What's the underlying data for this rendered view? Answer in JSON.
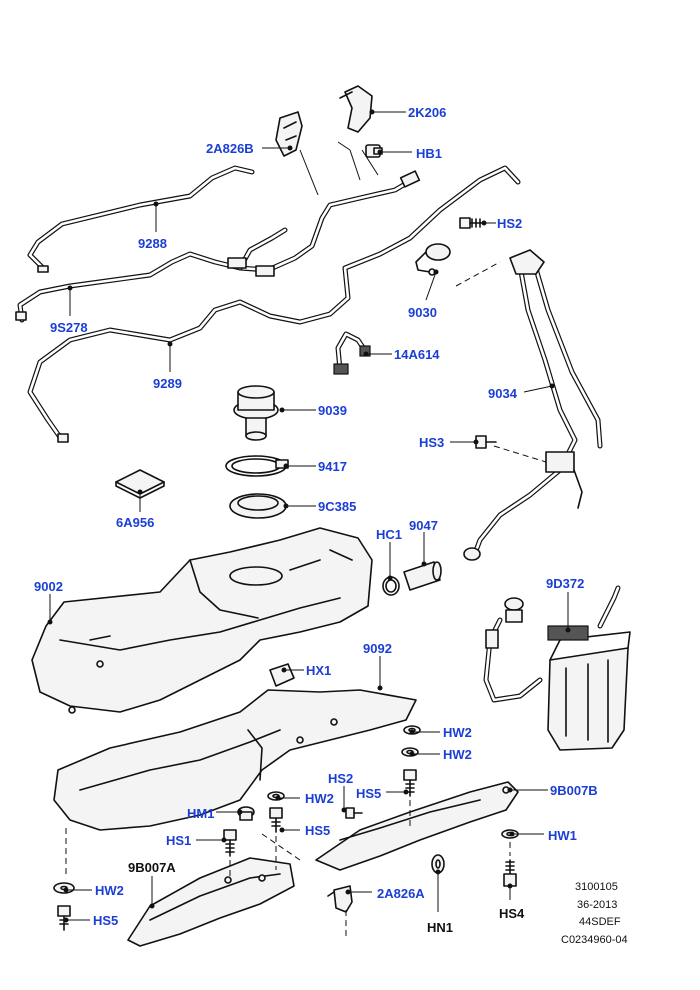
{
  "colors": {
    "label_blue": "#1b3fd6",
    "label_black": "#111111",
    "line": "#111111"
  },
  "labels": {
    "k2k206": "2K206",
    "k2a826b": "2A826B",
    "hb1": "HB1",
    "k9288": "9288",
    "hs2_top": "HS2",
    "k9s278": "9S278",
    "k9030": "9030",
    "k14a614": "14A614",
    "k9289": "9289",
    "k9034": "9034",
    "k9039": "9039",
    "hs3": "HS3",
    "k9417": "9417",
    "k9c385": "9C385",
    "k6a956": "6A956",
    "hc1": "HC1",
    "k9047": "9047",
    "k9002": "9002",
    "k9d372": "9D372",
    "k9092": "9092",
    "hx1": "HX1",
    "hw2_a": "HW2",
    "hw2_b": "HW2",
    "hs2_mid": "HS2",
    "hs5_a": "HS5",
    "k9b007b": "9B007B",
    "hm1": "HM1",
    "hw2_c": "HW2",
    "hs5_b": "HS5",
    "hw1": "HW1",
    "hs1": "HS1",
    "k9b007a": "9B007A",
    "hw2_d": "HW2",
    "k2a826a": "2A826A",
    "hs5_c": "HS5",
    "hn1": "HN1",
    "hs4": "HS4"
  },
  "reference": {
    "line1": "3100105",
    "line2": "36-2013",
    "line3": "44SDEF",
    "line4": "C0234960-04"
  }
}
